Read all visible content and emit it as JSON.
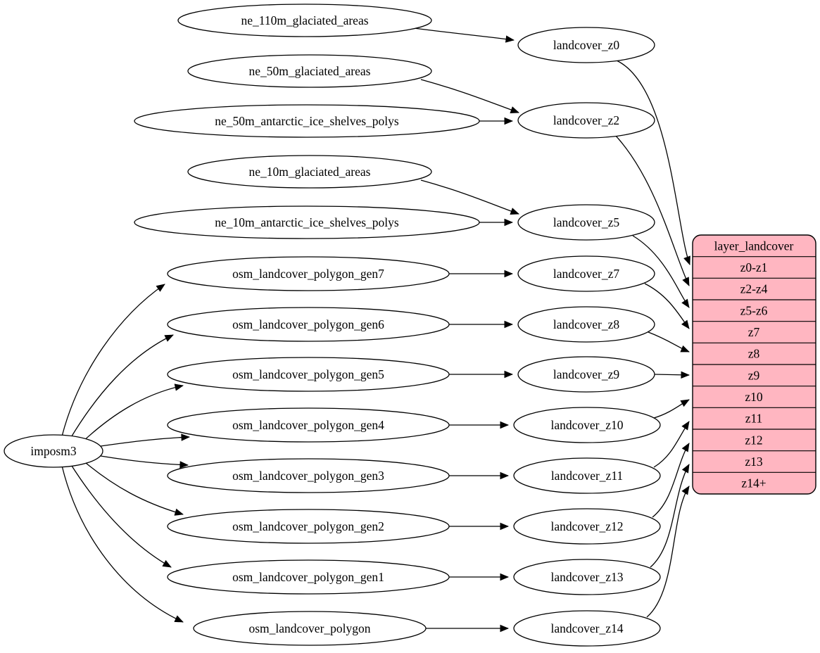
{
  "diagram": {
    "type": "graphviz-dependency-graph",
    "title": "landcover layer ETL graph",
    "colors": {
      "background": "#ffffff",
      "node_fill": "#ffffff",
      "node_stroke": "#000000",
      "edge": "#000000",
      "table_fill": "#ffb6c1",
      "text": "#000000"
    }
  },
  "nodes": {
    "imposm3": {
      "label": "imposm3"
    },
    "ne_110m_glaciated_areas": {
      "label": "ne_110m_glaciated_areas"
    },
    "ne_50m_glaciated_areas": {
      "label": "ne_50m_glaciated_areas"
    },
    "ne_50m_antarctic_ice_shelves_polys": {
      "label": "ne_50m_antarctic_ice_shelves_polys"
    },
    "ne_10m_glaciated_areas": {
      "label": "ne_10m_glaciated_areas"
    },
    "ne_10m_antarctic_ice_shelves_polys": {
      "label": "ne_10m_antarctic_ice_shelves_polys"
    },
    "osm_landcover_polygon_gen7": {
      "label": "osm_landcover_polygon_gen7"
    },
    "osm_landcover_polygon_gen6": {
      "label": "osm_landcover_polygon_gen6"
    },
    "osm_landcover_polygon_gen5": {
      "label": "osm_landcover_polygon_gen5"
    },
    "osm_landcover_polygon_gen4": {
      "label": "osm_landcover_polygon_gen4"
    },
    "osm_landcover_polygon_gen3": {
      "label": "osm_landcover_polygon_gen3"
    },
    "osm_landcover_polygon_gen2": {
      "label": "osm_landcover_polygon_gen2"
    },
    "osm_landcover_polygon_gen1": {
      "label": "osm_landcover_polygon_gen1"
    },
    "osm_landcover_polygon": {
      "label": "osm_landcover_polygon"
    },
    "landcover_z0": {
      "label": "landcover_z0"
    },
    "landcover_z2": {
      "label": "landcover_z2"
    },
    "landcover_z5": {
      "label": "landcover_z5"
    },
    "landcover_z7": {
      "label": "landcover_z7"
    },
    "landcover_z8": {
      "label": "landcover_z8"
    },
    "landcover_z9": {
      "label": "landcover_z9"
    },
    "landcover_z10": {
      "label": "landcover_z10"
    },
    "landcover_z11": {
      "label": "landcover_z11"
    },
    "landcover_z12": {
      "label": "landcover_z12"
    },
    "landcover_z13": {
      "label": "landcover_z13"
    },
    "landcover_z14": {
      "label": "landcover_z14"
    }
  },
  "table": {
    "title": "layer_landcover",
    "rows": [
      "z0-z1",
      "z2-z4",
      "z5-z6",
      "z7",
      "z8",
      "z9",
      "z10",
      "z11",
      "z12",
      "z13",
      "z14+"
    ]
  },
  "edges": [
    {
      "from": "imposm3",
      "to": "osm_landcover_polygon_gen7"
    },
    {
      "from": "imposm3",
      "to": "osm_landcover_polygon_gen6"
    },
    {
      "from": "imposm3",
      "to": "osm_landcover_polygon_gen5"
    },
    {
      "from": "imposm3",
      "to": "osm_landcover_polygon_gen4"
    },
    {
      "from": "imposm3",
      "to": "osm_landcover_polygon_gen3"
    },
    {
      "from": "imposm3",
      "to": "osm_landcover_polygon_gen2"
    },
    {
      "from": "imposm3",
      "to": "osm_landcover_polygon_gen1"
    },
    {
      "from": "imposm3",
      "to": "osm_landcover_polygon"
    },
    {
      "from": "ne_110m_glaciated_areas",
      "to": "landcover_z0"
    },
    {
      "from": "ne_50m_glaciated_areas",
      "to": "landcover_z2"
    },
    {
      "from": "ne_50m_antarctic_ice_shelves_polys",
      "to": "landcover_z2"
    },
    {
      "from": "ne_10m_glaciated_areas",
      "to": "landcover_z5"
    },
    {
      "from": "ne_10m_antarctic_ice_shelves_polys",
      "to": "landcover_z5"
    },
    {
      "from": "osm_landcover_polygon_gen7",
      "to": "landcover_z7"
    },
    {
      "from": "osm_landcover_polygon_gen6",
      "to": "landcover_z8"
    },
    {
      "from": "osm_landcover_polygon_gen5",
      "to": "landcover_z9"
    },
    {
      "from": "osm_landcover_polygon_gen4",
      "to": "landcover_z10"
    },
    {
      "from": "osm_landcover_polygon_gen3",
      "to": "landcover_z11"
    },
    {
      "from": "osm_landcover_polygon_gen2",
      "to": "landcover_z12"
    },
    {
      "from": "osm_landcover_polygon_gen1",
      "to": "landcover_z13"
    },
    {
      "from": "osm_landcover_polygon",
      "to": "landcover_z14"
    },
    {
      "from": "landcover_z0",
      "to": "layer_landcover.z0-z1"
    },
    {
      "from": "landcover_z2",
      "to": "layer_landcover.z2-z4"
    },
    {
      "from": "landcover_z5",
      "to": "layer_landcover.z5-z6"
    },
    {
      "from": "landcover_z7",
      "to": "layer_landcover.z7"
    },
    {
      "from": "landcover_z8",
      "to": "layer_landcover.z8"
    },
    {
      "from": "landcover_z9",
      "to": "layer_landcover.z9"
    },
    {
      "from": "landcover_z10",
      "to": "layer_landcover.z10"
    },
    {
      "from": "landcover_z11",
      "to": "layer_landcover.z11"
    },
    {
      "from": "landcover_z12",
      "to": "layer_landcover.z12"
    },
    {
      "from": "landcover_z13",
      "to": "layer_landcover.z13"
    },
    {
      "from": "landcover_z14",
      "to": "layer_landcover.z14+"
    }
  ]
}
